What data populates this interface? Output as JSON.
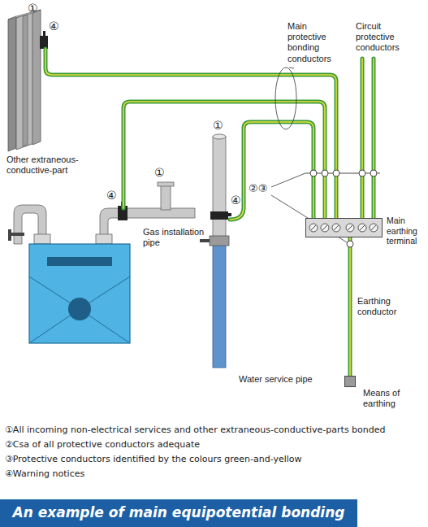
{
  "diagram": {
    "title": "An example of main equipotential bonding",
    "nodes": [
      {
        "text": [
          "Main earthing terminal"
        ]
      },
      {
        "text": [
          "Means of earthing"
        ]
      }
    ],
    "edges": [
      {
        "from": 0,
        "to": 1,
        "arrow": "none",
        "label": "Earthing conductor"
      }
    ],
    "labels": [
      "①",
      "④",
      "Other extraneous-conductive-part",
      "①",
      "④",
      "Gas installation pipe",
      "①",
      "④",
      "Water service pipe",
      "Main protective bonding conductors",
      "Circuit protective conductors",
      "②③",
      "①All incoming non-electrical services and other extraneous-conductive-parts bonded",
      "②Csa of all protective conductors adequate",
      "③Protective conductors identified by the colours green-and-yellow",
      "④Warning notices"
    ]
  }
}
